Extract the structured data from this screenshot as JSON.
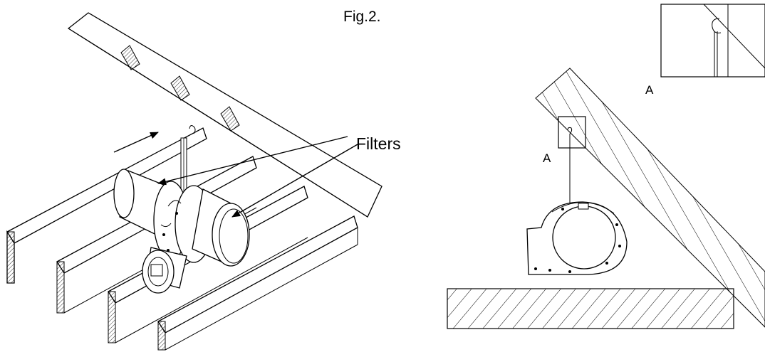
{
  "figure": {
    "label": "Fig.2."
  },
  "callouts": {
    "filters": "Filters",
    "detail_a": "A",
    "view_a": "A"
  }
}
